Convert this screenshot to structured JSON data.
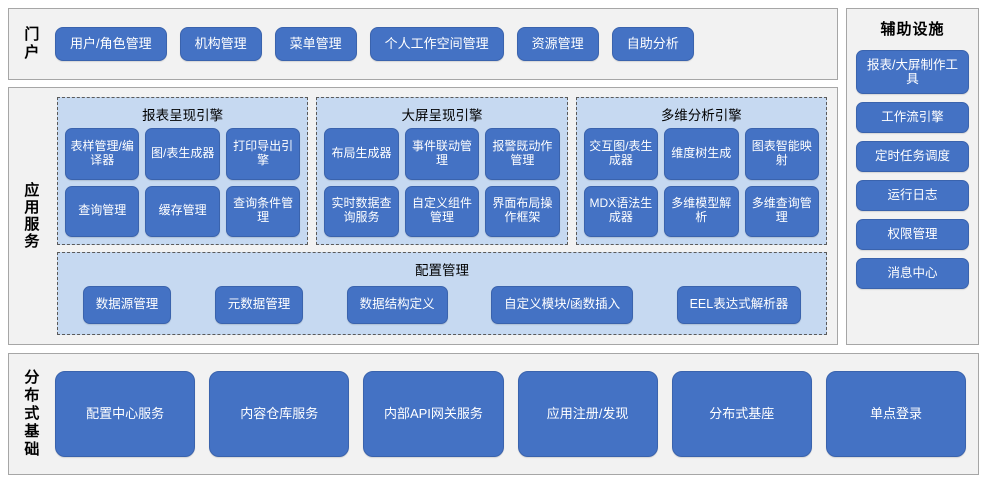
{
  "theme": {
    "button_fill": "#4472C4",
    "button_border": "#3A63AD",
    "band_background": "#F2F2F2",
    "band_border": "#A6A6A6",
    "panel_background": "#C6D9F1",
    "panel_border": "#5A5A5A",
    "text_on_button": "#FFFFFF",
    "label_text": "#000000"
  },
  "portal": {
    "label": "门户",
    "items": [
      {
        "label": "用户/角色管理"
      },
      {
        "label": "机构管理"
      },
      {
        "label": "菜单管理"
      },
      {
        "label": "个人工作空间管理"
      },
      {
        "label": "资源管理"
      },
      {
        "label": "自助分析"
      }
    ]
  },
  "app_services": {
    "label": "应用服务",
    "engines": [
      {
        "title": "报表呈现引擎",
        "items": [
          {
            "label": "表样管理/编译器"
          },
          {
            "label": "图/表生成器"
          },
          {
            "label": "打印导出引擎"
          },
          {
            "label": "查询管理"
          },
          {
            "label": "缓存管理"
          },
          {
            "label": "查询条件管理"
          }
        ]
      },
      {
        "title": "大屏呈现引擎",
        "items": [
          {
            "label": "布局生成器"
          },
          {
            "label": "事件联动管理"
          },
          {
            "label": "报警既动作管理"
          },
          {
            "label": "实时数据查询服务"
          },
          {
            "label": "自定义组件管理"
          },
          {
            "label": "界面布局操作框架"
          }
        ]
      },
      {
        "title": "多维分析引擎",
        "items": [
          {
            "label": "交互图/表生成器"
          },
          {
            "label": "维度树生成"
          },
          {
            "label": "图表智能映射"
          },
          {
            "label": "MDX语法生成器"
          },
          {
            "label": "多维模型解析"
          },
          {
            "label": "多维查询管理"
          }
        ]
      }
    ],
    "config": {
      "title": "配置管理",
      "items": [
        {
          "label": "数据源管理"
        },
        {
          "label": "元数据管理"
        },
        {
          "label": "数据结构定义"
        },
        {
          "label": "自定义模块/函数插入"
        },
        {
          "label": "EEL表达式解析器"
        }
      ]
    }
  },
  "auxiliary": {
    "title": "辅助设施",
    "items": [
      {
        "label": "报表/大屏制作工具",
        "size": "tall"
      },
      {
        "label": "工作流引擎",
        "size": "short"
      },
      {
        "label": "定时任务调度",
        "size": "short"
      },
      {
        "label": "运行日志",
        "size": "short"
      },
      {
        "label": "权限管理",
        "size": "short"
      },
      {
        "label": "消息中心",
        "size": "short"
      }
    ]
  },
  "distributed_base": {
    "label": "分布式基础",
    "items": [
      {
        "label": "配置中心服务"
      },
      {
        "label": "内容仓库服务"
      },
      {
        "label": "内部API网关服务"
      },
      {
        "label": "应用注册/发现"
      },
      {
        "label": "分布式基座"
      },
      {
        "label": "单点登录"
      }
    ]
  }
}
